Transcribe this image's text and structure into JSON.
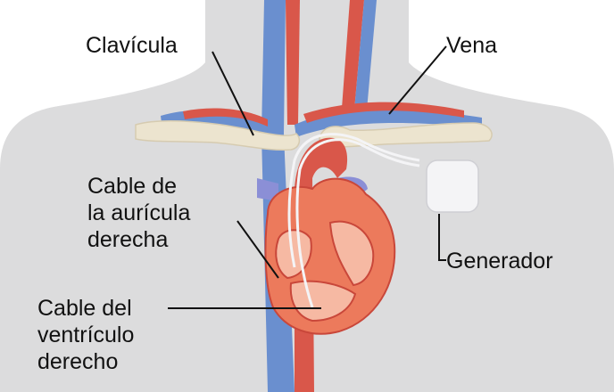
{
  "labels": {
    "clavicula": "Clavícula",
    "vena": "Vena",
    "cable_auricula": [
      "Cable de",
      "la aurícula",
      "derecha"
    ],
    "generador": "Generador",
    "cable_ventriculo": [
      "Cable del",
      "ventrículo",
      "derecho"
    ]
  },
  "colors": {
    "body": "#dcdcdd",
    "background": "#ffffff",
    "vein": "#6a8fcf",
    "artery": "#d9574a",
    "heart": "#ec7a5c",
    "heart_dark": "#c9473a",
    "bone": "#ece4cf",
    "generator": "#f4f4f6",
    "label_text": "#111111",
    "pointer": "#111111"
  }
}
